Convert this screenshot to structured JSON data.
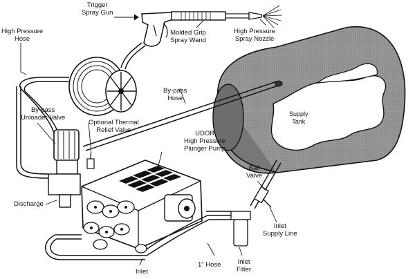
{
  "labels": {
    "trigger_spray_gun": [
      "Trigger",
      "Spray Gun"
    ],
    "high_pressure_hose": [
      "High Pressure",
      "Hose"
    ],
    "molded_grip_spray_wand": [
      "Molded Grip",
      "Spray Wand"
    ],
    "high_pressure_spray_nozzle": [
      "High Pressure",
      "Spray Nozzle"
    ],
    "bypass_hose": [
      "By-pass",
      "Hose"
    ],
    "supply_tank": [
      "Supply",
      "Tank"
    ],
    "bypass_unloader_valve": [
      "By-pass",
      "Unloader Valve"
    ],
    "optional_thermal_relief_valve": [
      "Optional Thermal",
      "Relief Valve"
    ],
    "udor_pump": [
      "UDOR",
      "High Pressure",
      "Plunger Pump"
    ],
    "ball_valve": [
      "Ball",
      "Valve"
    ],
    "discharge": "Discharge",
    "inlet_supply_line": [
      "Inlet",
      "Supply Line"
    ],
    "one_inch_hose": "1\" Hose",
    "inlet_filter": [
      "Inlet",
      "Filter"
    ],
    "inlet": "Inlet"
  },
  "colors": {
    "line": "#111111",
    "tank_fill": "#8a8a8a",
    "tank_dark": "#555555",
    "paper": "#ffffff",
    "hose_fill": "#ffffff"
  }
}
